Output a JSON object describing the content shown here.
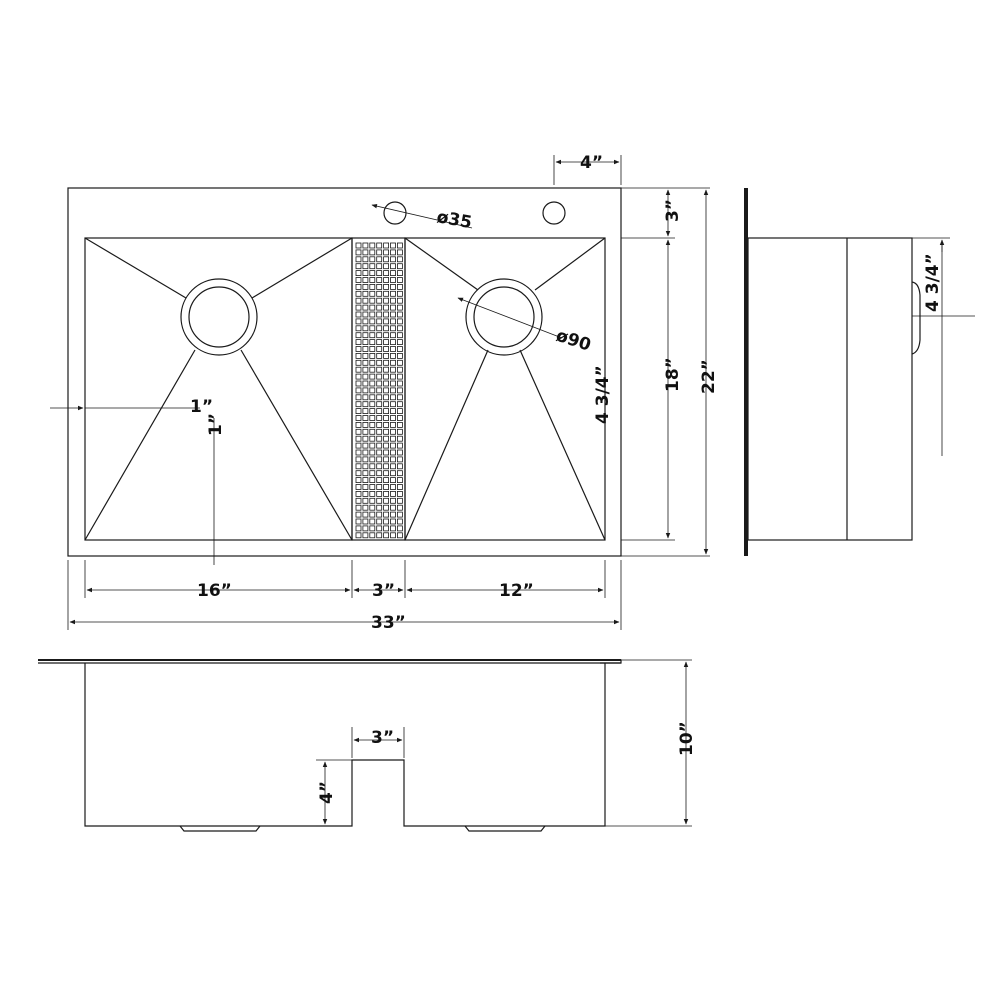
{
  "labels": {
    "top_offset": "4”",
    "hole_small": "ø35",
    "edge_top": "3”",
    "hole_large": "ø90",
    "side_depth": "4 3/4”",
    "inner_height": "18”",
    "overall_height": "22”",
    "wall_offset_h": "1”",
    "wall_offset_v": "1”",
    "left_bowl": "16”",
    "center_div": "3”",
    "right_bowl": "12”",
    "overall_width": "33”",
    "front_divider": "3”",
    "front_step": "4”",
    "front_depth": "10”",
    "side_profile": "4 3/4”"
  }
}
